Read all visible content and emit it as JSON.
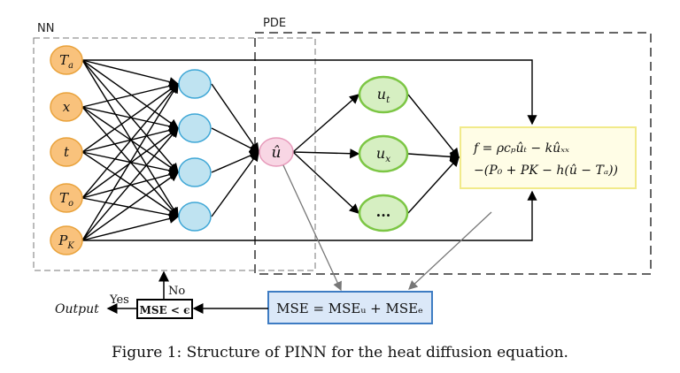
{
  "boxes": {
    "nn_label": "NN",
    "pde_label": "PDE"
  },
  "inputs": [
    {
      "base": "T",
      "sub": "a"
    },
    {
      "base": "x",
      "sub": ""
    },
    {
      "base": "t",
      "sub": ""
    },
    {
      "base": "T",
      "sub": "o"
    },
    {
      "base": "P",
      "sub": "K"
    }
  ],
  "hidden_count": 4,
  "output_node": {
    "label": "û"
  },
  "derivatives": [
    {
      "base": "u",
      "sub": "t"
    },
    {
      "base": "u",
      "sub": "x"
    },
    {
      "base": "...",
      "sub": ""
    }
  ],
  "residual": {
    "line1": "f = ρcₚûₜ − kûₓₓ",
    "line2": "−(P₀ + PΚ − h(û − Tₐ))"
  },
  "loss": {
    "text": "MSE = MSEᵤ + MSEₑ"
  },
  "decision": {
    "text": "MSE < ϵ",
    "yes": "Yes",
    "no": "No",
    "output": "Output"
  },
  "caption": "Figure 1: Structure of PINN for the heat diffusion equation.",
  "colors": {
    "input_fill": "#f9c27c",
    "input_stroke": "#e9a23b",
    "hidden_fill": "#bfe3f1",
    "hidden_stroke": "#3fa7d6",
    "uhat_fill": "#f8d6e4",
    "uhat_stroke": "#e79bbb",
    "deriv_fill": "#d6efc2",
    "deriv_stroke": "#7cc644",
    "formula_fill": "#fffde6",
    "formula_stroke": "#f1ea8a",
    "mse_fill": "#dbe8f8",
    "mse_stroke": "#3e7cc3"
  }
}
